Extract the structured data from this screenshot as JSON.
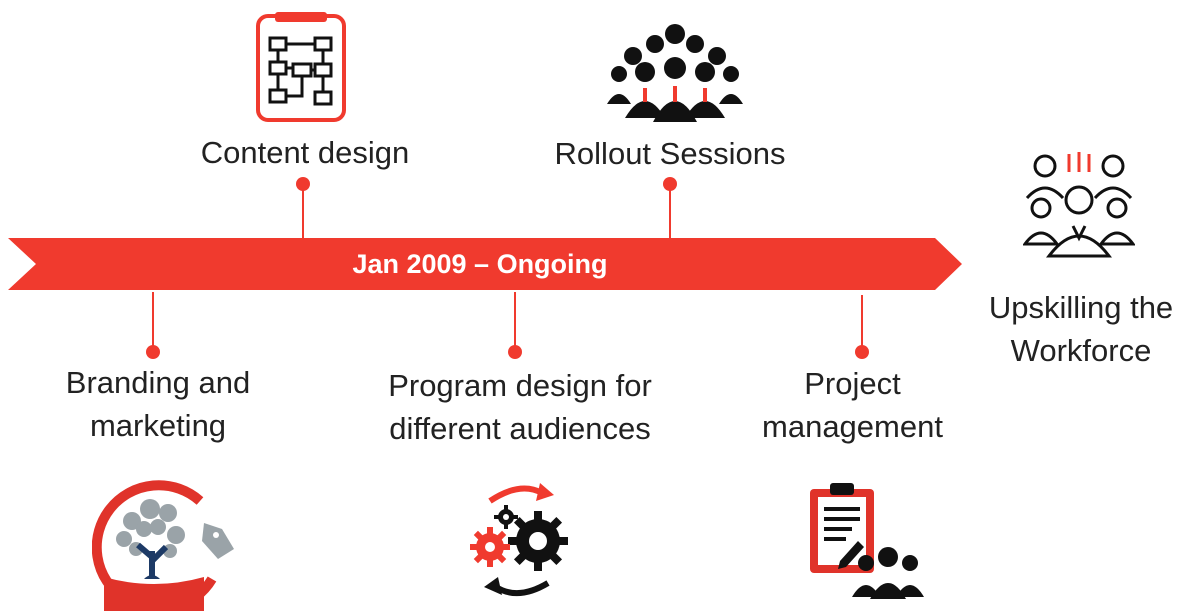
{
  "timeline": {
    "period": "Jan 2009  – Ongoing",
    "accent_color": "#f03a2e",
    "icon_color": "#111111"
  },
  "milestones": [
    {
      "id": "content-design",
      "label": "Content design",
      "position": "above",
      "icon": "flowchart-clipboard-icon"
    },
    {
      "id": "rollout-sessions",
      "label": "Rollout Sessions",
      "position": "above",
      "icon": "people-group-icon"
    },
    {
      "id": "branding-marketing",
      "label_lines": [
        "Branding and",
        "marketing"
      ],
      "position": "below",
      "icon": "tree-tag-icon"
    },
    {
      "id": "program-design",
      "label_lines": [
        "Program design for",
        "different audiences"
      ],
      "position": "below",
      "icon": "gears-cycle-icon"
    },
    {
      "id": "project-management",
      "label_lines": [
        "Project",
        "management"
      ],
      "position": "below",
      "icon": "clipboard-team-icon"
    }
  ],
  "outcome": {
    "label_lines": [
      "Upskilling the",
      "Workforce"
    ],
    "icon": "workforce-team-icon"
  }
}
